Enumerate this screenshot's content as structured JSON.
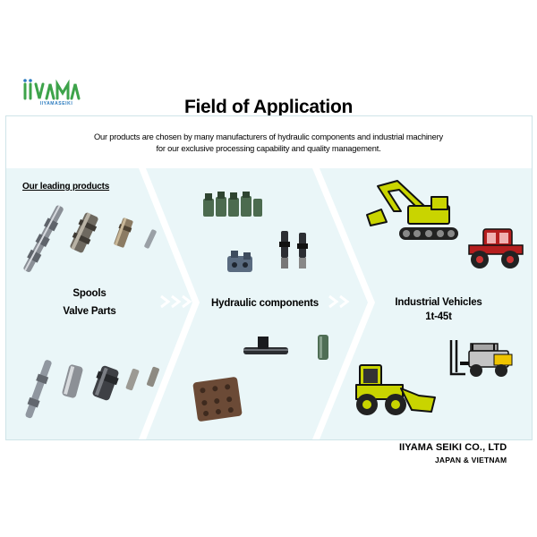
{
  "logo": {
    "brand_text": "IIYAMASEIKI",
    "colors": {
      "green": "#3da34a",
      "blue": "#2b7bbf"
    }
  },
  "title": "Field of Application",
  "intro": {
    "line1": "Our products are chosen by many manufacturers of hydraulic components and industrial machinery",
    "line2": "for our exclusive processing capability and quality management."
  },
  "leading_products_label": "Our leading products",
  "sections": {
    "parts": {
      "line1": "Spools",
      "line2": "Valve Parts"
    },
    "hydraulic": {
      "label": "Hydraulic components"
    },
    "vehicles": {
      "line1": "Industrial Vehicles",
      "line2": "1t-45t"
    }
  },
  "footer": {
    "company": "IIYAMA SEIKI CO., LTD",
    "countries": "JAPAN  & VIETNAM"
  },
  "icons": [
    "logo-icon",
    "spool-icon",
    "valve-part-icon",
    "hydraulic-block-icon",
    "cartridge-valve-icon",
    "excavator-icon",
    "tractor-icon",
    "forklift-icon",
    "wheel-loader-icon",
    "double-chevron-icon"
  ],
  "colors": {
    "panel_border": "#cfe4e8",
    "chevron_bg": "#eaf6f8",
    "chevron_light": "#f4fafb"
  }
}
